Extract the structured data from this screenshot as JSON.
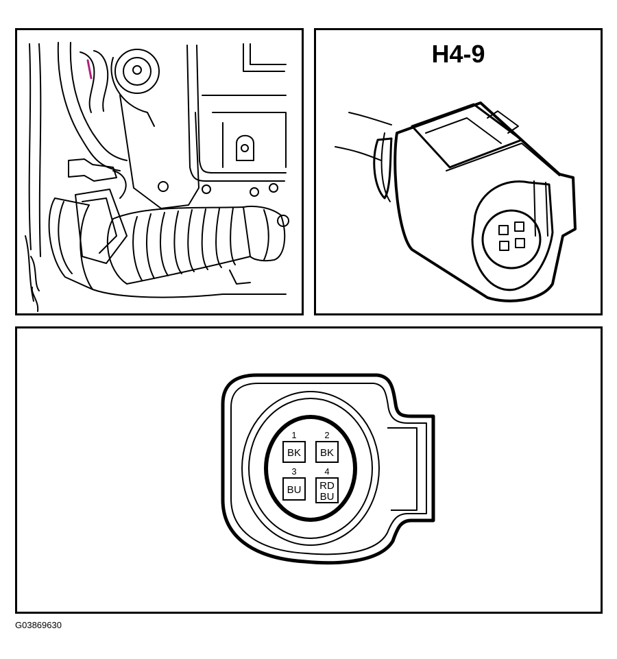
{
  "connector": {
    "id": "H4-9",
    "pins": [
      {
        "number": "1",
        "color_lines": [
          "BK"
        ]
      },
      {
        "number": "2",
        "color_lines": [
          "BK"
        ]
      },
      {
        "number": "3",
        "color_lines": [
          "BU"
        ]
      },
      {
        "number": "4",
        "color_lines": [
          "RD",
          "BU"
        ]
      }
    ]
  },
  "figure_code": "G03869630",
  "colors": {
    "line": "#000000",
    "background": "#ffffff",
    "accent": "#b0207a"
  }
}
